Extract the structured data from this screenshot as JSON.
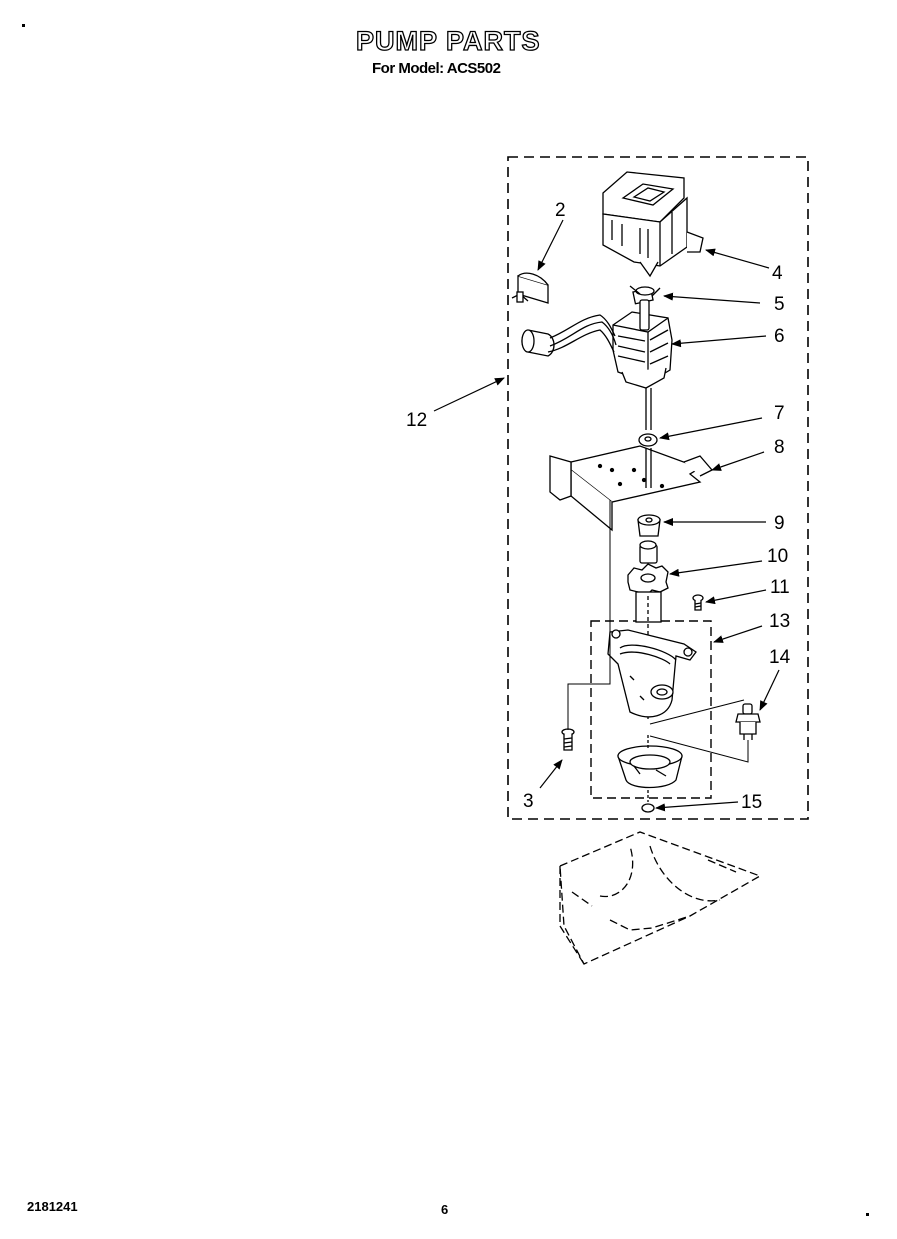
{
  "header": {
    "title": "PUMP PARTS",
    "model_line": "For Model: ACS502"
  },
  "footer": {
    "doc_number": "2181241",
    "page_number": "6"
  },
  "callouts": [
    "2",
    "3",
    "4",
    "5",
    "6",
    "7",
    "8",
    "9",
    "10",
    "11",
    "12",
    "13",
    "14",
    "15"
  ]
}
